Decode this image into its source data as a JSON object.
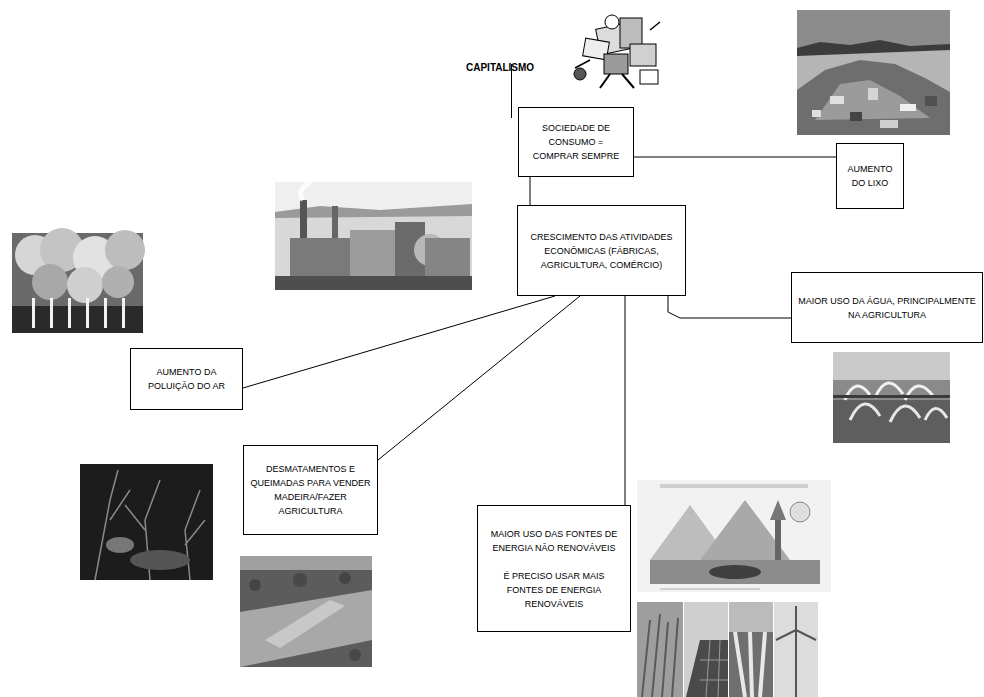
{
  "diagram": {
    "nodes": [
      {
        "text": [
          "SOCIEDADE DE CONSUMO = COMPRAR SEMPRE"
        ]
      },
      {
        "text": [
          "CRESCIMENTO DAS ATIVIDADES ECONÔMICAS (FÁBRICAS, AGRICULTURA, COMÉRCIO)"
        ]
      },
      {
        "text": [
          "AUMENTO DO LIXO"
        ]
      },
      {
        "text": [
          "MAIOR USO DA ÁGUA, PRINCIPALMENTE NA AGRICULTURA"
        ]
      },
      {
        "text": [
          "AUMENTO DA POLUIÇÃO DO AR"
        ]
      },
      {
        "text": [
          "DESMATAMENTOS E QUEIMADAS PARA VENDER MADEIRA/FAZER AGRICULTURA"
        ]
      },
      {
        "text": [
          "MAIOR USO DAS FONTES DE ENERGIA NÃO RENOVÁVEIS",
          "É PRECISO USAR MAIS FONTES DE ENERGIA RENOVÁVEIS"
        ]
      }
    ],
    "edges": [
      {
        "from": 0,
        "to": 1,
        "arrow": "none"
      },
      {
        "from": 0,
        "to": 2,
        "arrow": "none"
      },
      {
        "from": 1,
        "to": 3,
        "arrow": "none"
      },
      {
        "from": 1,
        "to": 4,
        "arrow": "none"
      },
      {
        "from": 1,
        "to": 5,
        "arrow": "none"
      },
      {
        "from": 1,
        "to": 6,
        "arrow": "none"
      }
    ],
    "labels": [
      "CAPITALISMO"
    ]
  }
}
